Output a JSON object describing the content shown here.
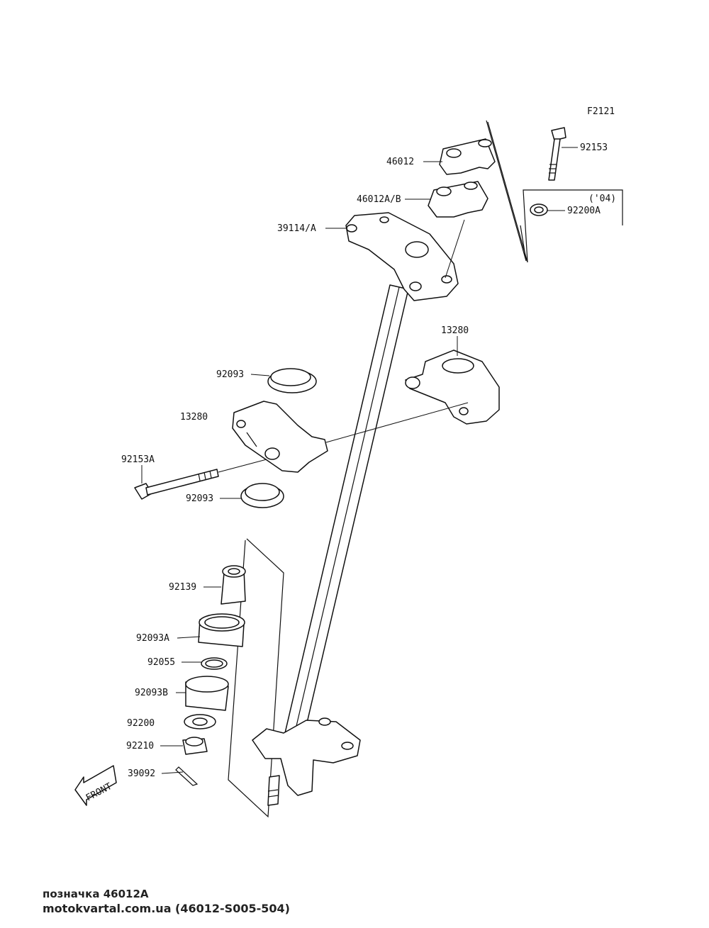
{
  "figure_code": "F2121",
  "year_note": "('04)",
  "front_arrow": "FRONT",
  "parts": {
    "p46012": "46012",
    "p46012ab": "46012A/B",
    "p39114a": "39114/A",
    "p92153": "92153",
    "p92200a": "92200A",
    "p13280_right": "13280",
    "p92093_upper": "92093",
    "p13280_left": "13280",
    "p92153a": "92153A",
    "p92093_lower": "92093",
    "p92139": "92139",
    "p92093a": "92093A",
    "p92055": "92055",
    "p92093b": "92093B",
    "p92200": "92200",
    "p92210": "92210",
    "p39092": "39092"
  },
  "caption": {
    "line1": "позначка 46012A",
    "line2": "motokvartal.com.ua (46012-S005-504)"
  }
}
